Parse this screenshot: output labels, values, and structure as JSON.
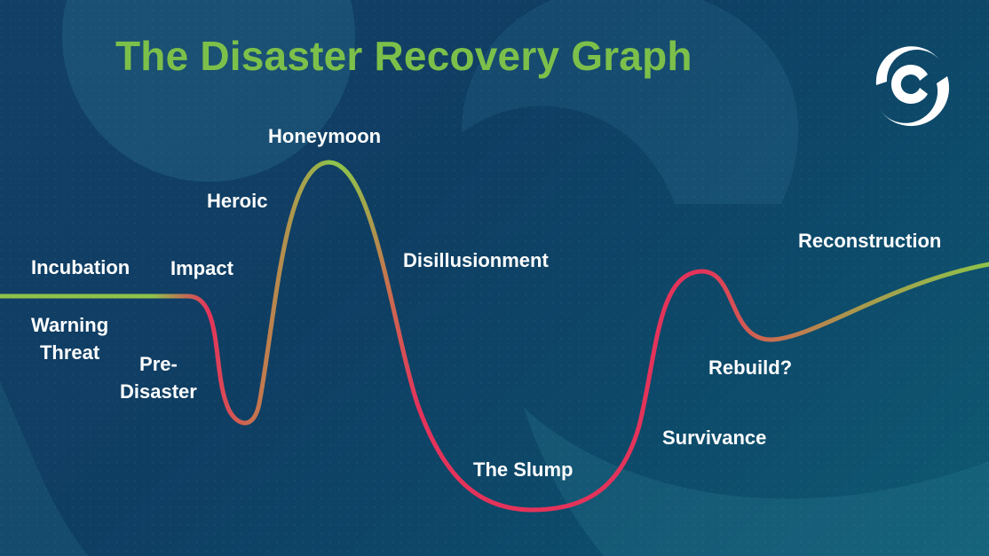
{
  "title": "The Disaster Recovery Graph",
  "colors": {
    "title": "#7cc04a",
    "curve_green": "#8fc34b",
    "curve_red": "#e4335a",
    "text": "#ffffff"
  },
  "stages": {
    "incubation": "Incubation",
    "warning_threat": "Warning\nThreat",
    "pre_disaster": "Pre-\nDisaster",
    "impact": "Impact",
    "heroic": "Heroic",
    "honeymoon": "Honeymoon",
    "disillusionment": "Disillusionment",
    "the_slump": "The Slump",
    "survivance": "Survivance",
    "rebuild": "Rebuild?",
    "reconstruction": "Reconstruction"
  },
  "logo_icon": "circular-swirl-logo-icon"
}
